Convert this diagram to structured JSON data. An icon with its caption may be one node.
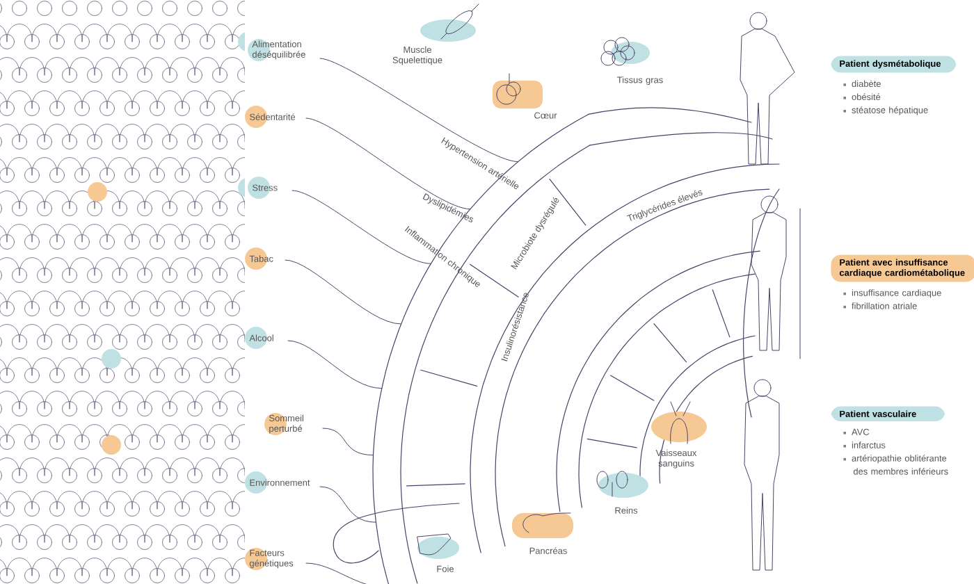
{
  "diagram": {
    "nodes": [
      {
        "text": [
          "Alimentation déséquilibrée"
        ]
      },
      {
        "text": [
          "Sédentarité"
        ]
      },
      {
        "text": [
          "Stress"
        ]
      },
      {
        "text": [
          "Tabac"
        ]
      },
      {
        "text": [
          "Alcool"
        ]
      },
      {
        "text": [
          "Sommeil perturbé"
        ]
      },
      {
        "text": [
          "Environnement"
        ]
      },
      {
        "text": [
          "Facteurs génétiques"
        ]
      },
      {
        "text": [
          "Muscle Squelettique"
        ]
      },
      {
        "text": [
          "Cœur"
        ]
      },
      {
        "text": [
          "Tissus gras"
        ]
      },
      {
        "text": [
          "Foie"
        ]
      },
      {
        "text": [
          "Pancréas"
        ]
      },
      {
        "text": [
          "Reins"
        ]
      },
      {
        "text": [
          "Vaisseaux sanguins"
        ]
      },
      {
        "text": [
          "Patient dysmétabolique",
          "diabète",
          "obésité",
          "stéatose hépatique"
        ]
      },
      {
        "text": [
          "Patient avec insuffisance cardiaque cardiométabolique",
          "insuffisance cardiaque",
          "fibrillation atriale"
        ]
      },
      {
        "text": [
          "Patient vasculaire",
          "AVC",
          "infarctus",
          "artériopathie oblitérante des membres inférieurs"
        ]
      }
    ],
    "labels": [
      "Hypertension artérielle",
      "Dyslipidémies",
      "Inflammation chronique",
      "Microbiote dysrégulé",
      "Triglycérides élevés",
      "Insulinorésistance"
    ]
  }
}
